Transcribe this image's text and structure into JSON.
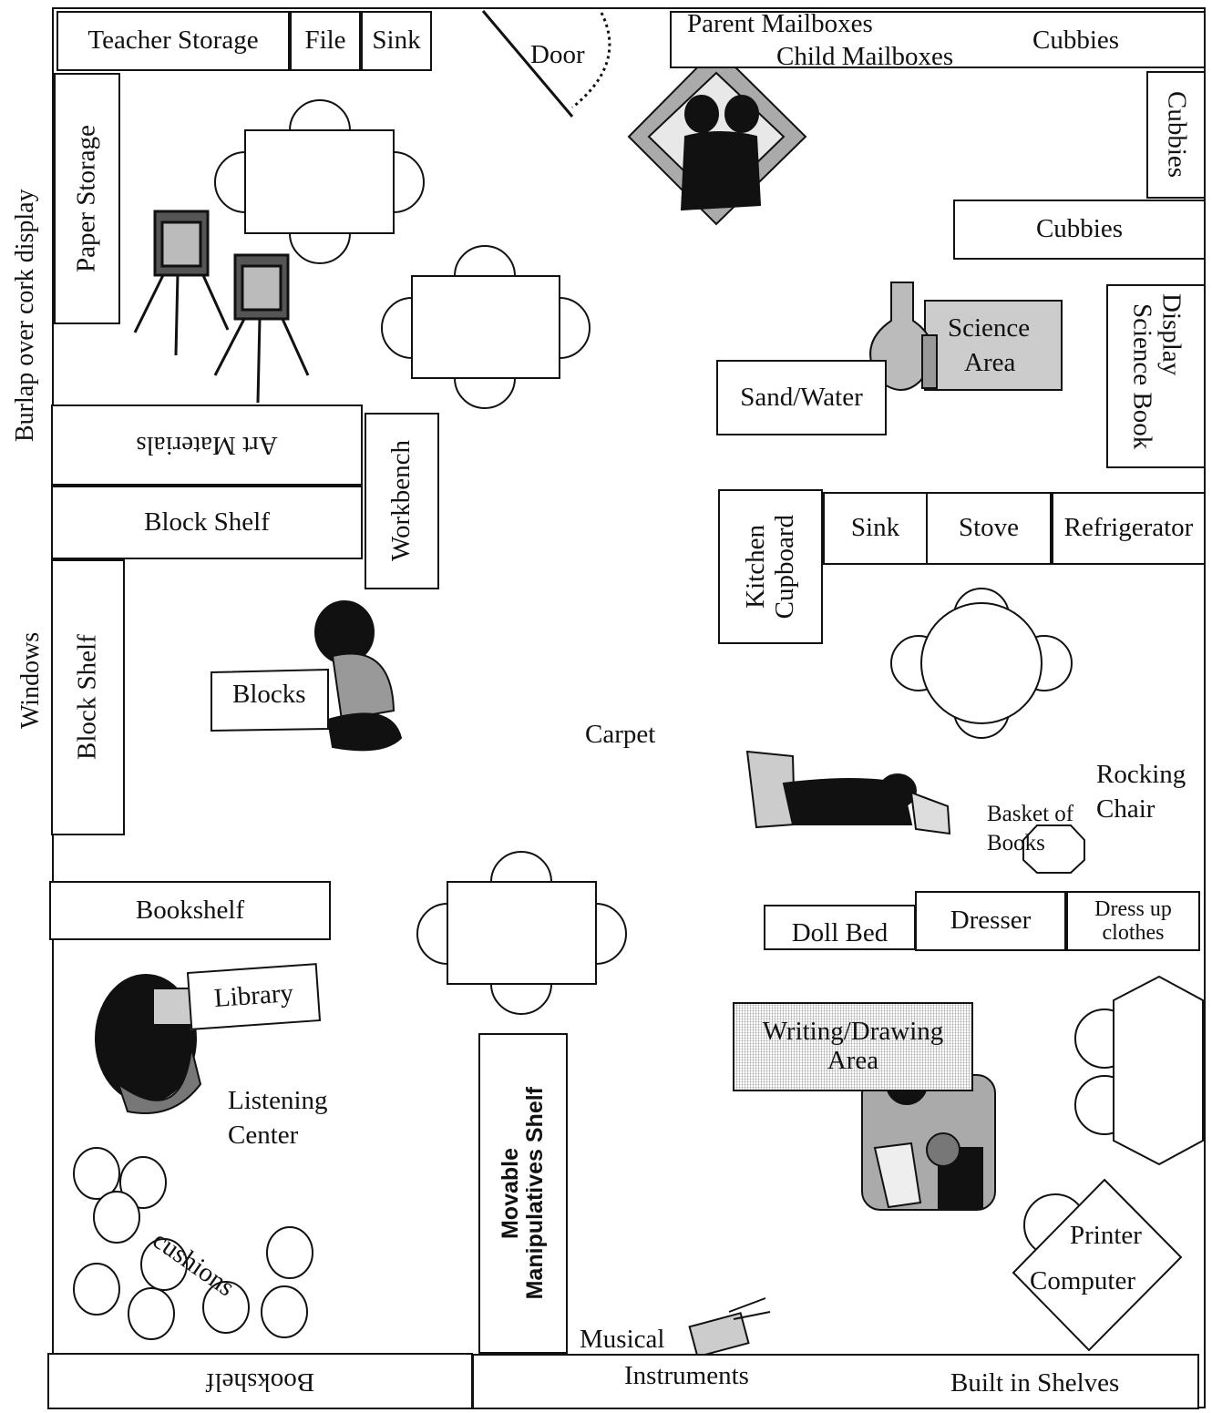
{
  "walls": {
    "left_top": "Burlap over cork display",
    "left_bottom": "Windows"
  },
  "furniture": {
    "teacher_storage": "Teacher Storage",
    "file": "File",
    "sink_top": "Sink",
    "door": "Door",
    "parent_mailboxes": "Parent Mailboxes",
    "child_mailboxes": "Child Mailboxes",
    "cubbies_top": "Cubbies",
    "cubbies_right": "Cubbies",
    "cubbies_mid": "Cubbies",
    "paper_storage": "Paper Storage",
    "science_area": "Science Area",
    "science_area_line1": "Science",
    "science_area_line2": "Area",
    "science_book_display_line1": "Science Book",
    "science_book_display_line2": "Display",
    "sand_water": "Sand/Water",
    "art_materials": "Art Materials",
    "workbench": "Workbench",
    "block_shelf_horizontal": "Block Shelf",
    "block_shelf_vertical": "Block Shelf",
    "kitchen_cupboard_line1": "Kitchen",
    "kitchen_cupboard_line2": "Cupboard",
    "kitchen_sink": "Sink",
    "stove": "Stove",
    "refrigerator": "Refrigerator",
    "blocks": "Blocks",
    "carpet": "Carpet",
    "rocking_chair_line1": "Rocking",
    "rocking_chair_line2": "Chair",
    "basket_line1": "Basket of",
    "basket_line2": "Books",
    "bookshelf_left": "Bookshelf",
    "doll_bed": "Doll Bed",
    "dresser": "Dresser",
    "dress_up_line1": "Dress up",
    "dress_up_line2": "clothes",
    "library": "Library",
    "writing_line1": "Writing/Drawing",
    "writing_line2": "Area",
    "listening_line1": "Listening",
    "listening_line2": "Center",
    "cushions": "cushions",
    "manipulatives_line1": "Movable",
    "manipulatives_line2": "Manipulatives Shelf",
    "printer": "Printer",
    "computer": "Computer",
    "musical": "Musical",
    "instruments": "Instruments",
    "bookshelf_bottom": "Bookshelf",
    "built_in_shelves": "Built in Shelves"
  },
  "colors": {
    "ink": "#111111",
    "paper": "#ffffff"
  }
}
